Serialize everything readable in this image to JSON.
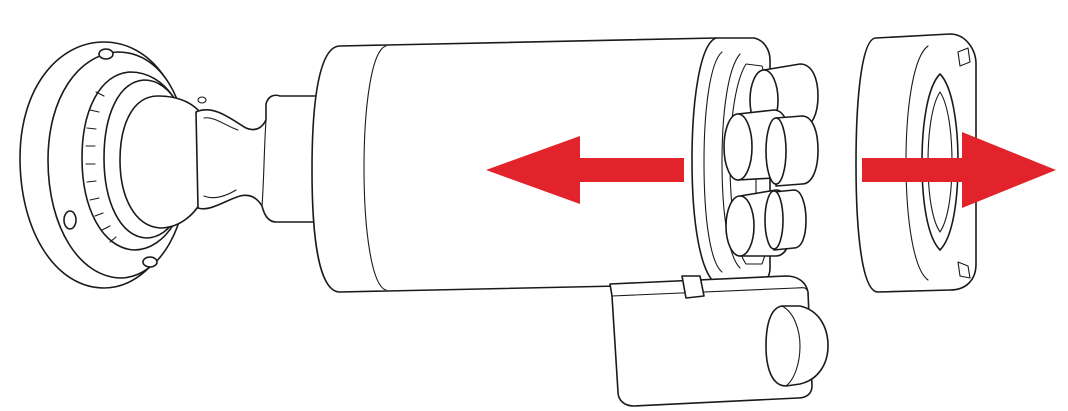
{
  "figure": {
    "subject": "bullet-camera-disassembly",
    "colors": {
      "arrow": "#e3232b",
      "line": "#1a1a1a",
      "background": "#ffffff"
    },
    "arrows": [
      {
        "id": "remove-housing",
        "direction": "left"
      },
      {
        "id": "remove-back-cap",
        "direction": "right"
      }
    ]
  }
}
